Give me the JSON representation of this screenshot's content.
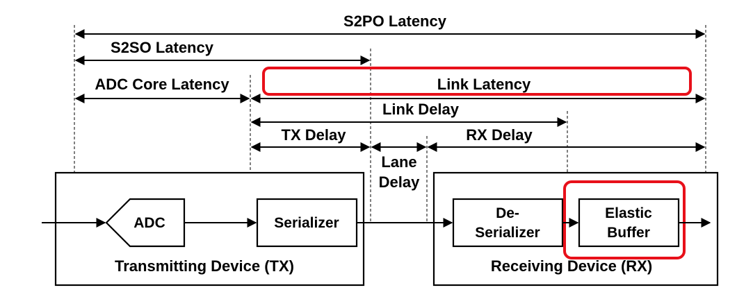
{
  "latencies": {
    "s2po": "S2PO Latency",
    "s2so": "S2SO Latency",
    "adc_core": "ADC Core Latency",
    "link_latency": "Link Latency",
    "link_delay": "Link Delay",
    "tx_delay": "TX Delay",
    "rx_delay": "RX Delay",
    "lane_delay_line1": "Lane",
    "lane_delay_line2": "Delay"
  },
  "tx_device": {
    "label": "Transmitting Device (TX)",
    "adc": "ADC",
    "serializer": "Serializer"
  },
  "rx_device": {
    "label": "Receiving Device (RX)",
    "deserializer_line1": "De-",
    "deserializer_line2": "Serializer",
    "elastic_line1": "Elastic",
    "elastic_line2": "Buffer"
  },
  "colors": {
    "highlight": "#e8101a",
    "line": "#000000"
  }
}
